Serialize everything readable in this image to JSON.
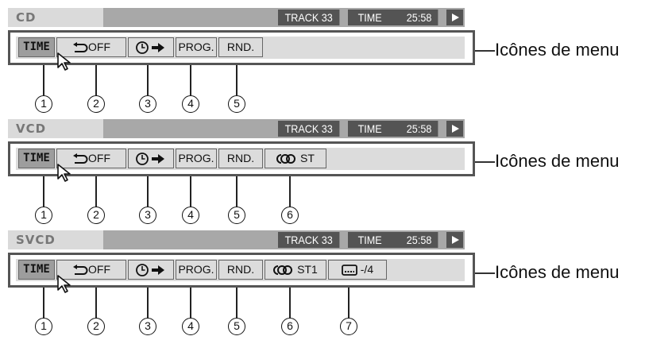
{
  "panels": [
    {
      "disc": "CD",
      "track": "TRACK 33",
      "time_label": "TIME",
      "time_value": "25:58",
      "items": {
        "time": "TIME",
        "repeat": "OFF",
        "prog": "PROG.",
        "rnd": "RND."
      },
      "callout": "Icônes de menu",
      "numbers": [
        "1",
        "2",
        "3",
        "4",
        "5"
      ]
    },
    {
      "disc": "VCD",
      "track": "TRACK 33",
      "time_label": "TIME",
      "time_value": "25:58",
      "items": {
        "time": "TIME",
        "repeat": "OFF",
        "prog": "PROG.",
        "rnd": "RND.",
        "audio": "ST"
      },
      "callout": "Icônes de menu",
      "numbers": [
        "1",
        "2",
        "3",
        "4",
        "5",
        "6"
      ]
    },
    {
      "disc": "SVCD",
      "track": "TRACK 33",
      "time_label": "TIME",
      "time_value": "25:58",
      "items": {
        "time": "TIME",
        "repeat": "OFF",
        "prog": "PROG.",
        "rnd": "RND.",
        "audio": "ST1",
        "subtitle": "-/4"
      },
      "callout": "Icônes de menu",
      "numbers": [
        "1",
        "2",
        "3",
        "4",
        "5",
        "6",
        "7"
      ]
    }
  ],
  "icons": {
    "repeat": "repeat-icon",
    "timer": "clock-arrow-icon",
    "audio": "audio-channel-icon",
    "subtitle": "subtitle-icon",
    "cursor": "mouse-cursor-icon",
    "play": "play-icon"
  }
}
